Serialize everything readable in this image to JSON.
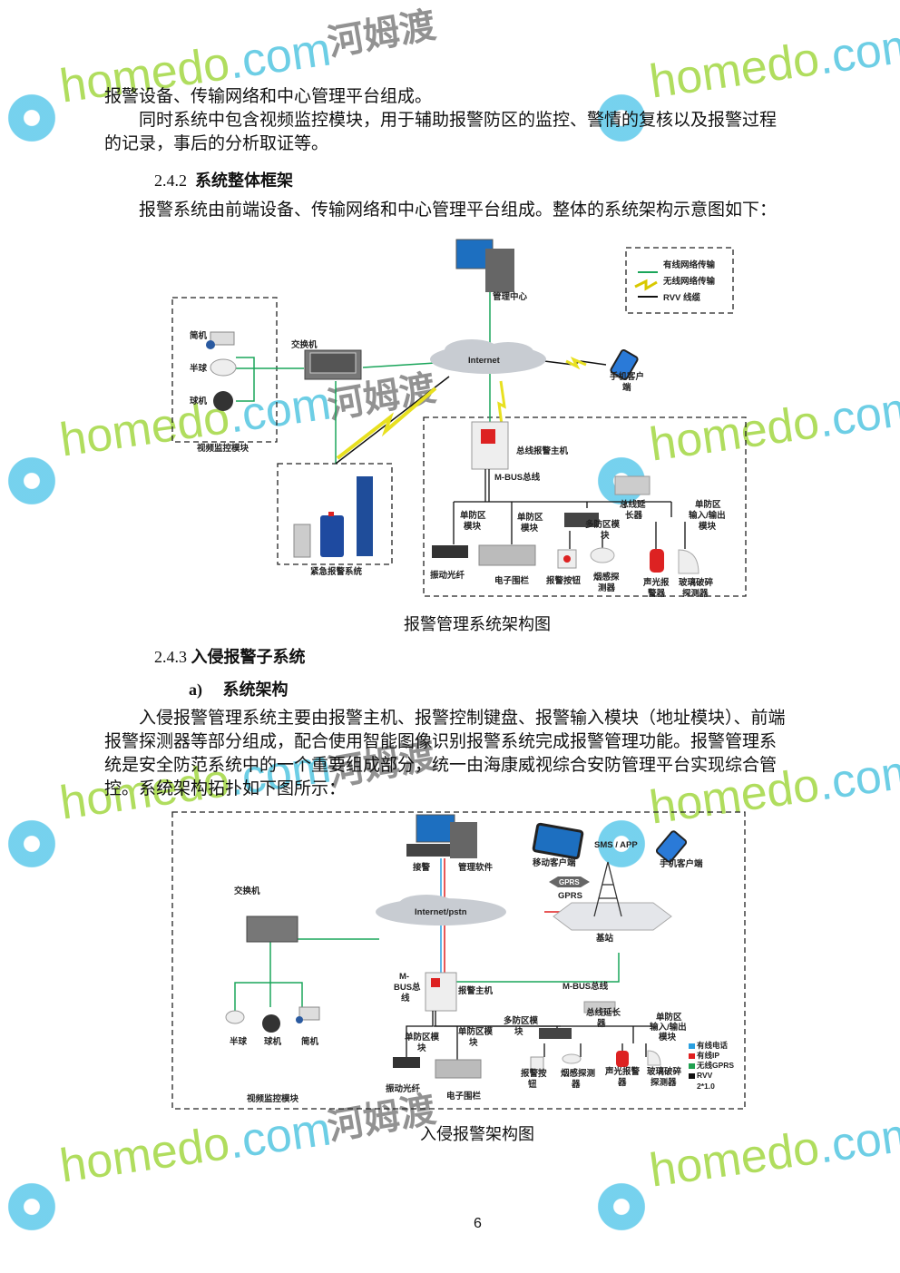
{
  "body": {
    "para1_lines": [
      "报警设备、传输网络和中心管理平台组成。",
      "同时系统中包含视频监控模块，用于辅助报警防区的监控、警情的复核以及报警过程",
      "的记录，事后的分析取证等。"
    ],
    "section_242": {
      "number": "2.4.2",
      "title": "系统整体框架"
    },
    "para2": "报警系统由前端设备、传输网络和中心管理平台组成。整体的系统架构示意图如下：",
    "caption1": "报警管理系统架构图",
    "section_243": {
      "number": "2.4.3",
      "title": "入侵报警子系统"
    },
    "subsection_a": {
      "number": "a)",
      "title": "系统架构"
    },
    "para3_lines": [
      "入侵报警管理系统主要由报警主机、报警控制键盘、报警输入模块（地址模块）、前端",
      "报警探测器等部分组成，配合使用智能图像识别报警系统完成报警管理功能。报警管理系",
      "统是安全防范系统中的一个重要组成部分，统一由海康威视综合安防管理平台实现综合管",
      "控。系统架构拓扑如下图所示："
    ],
    "caption2": "入侵报警架构图",
    "page_number": "6"
  },
  "diagram1": {
    "labels": [
      "管理中心",
      "有线网络传输",
      "无线网络传输",
      "RVV 线缆",
      "简机",
      "半球",
      "球机",
      "视频监控模块",
      "交换机",
      "Internet",
      "手机客户",
      "端",
      "总线报警主机",
      "M-BUS总线",
      "紧急报警系统",
      "单防区",
      "模块",
      "单防区",
      "模块",
      "多防区模",
      "块",
      "总线延",
      "长器",
      "单防区",
      "输入/输出",
      "模块",
      "振动光纤",
      "电子围栏",
      "报警按钮",
      "烟感探",
      "测器",
      "声光报",
      "警器",
      "玻璃破碎",
      "探测器"
    ],
    "colors": {
      "wired": "#1aa55a",
      "wireless": "#f0e020",
      "rvv": "#111111"
    }
  },
  "diagram2": {
    "labels": [
      "接警",
      "管理软件",
      "移动客户端",
      "SMS / APP",
      "手机客户端",
      "GPRS",
      "GPRS",
      "交换机",
      "Internet/pstn",
      "基站",
      "M-",
      "BUS总",
      "线",
      "报警主机",
      "M-BUS总线",
      "半球",
      "球机",
      "简机",
      "单防区模",
      "块",
      "单防区模",
      "块",
      "多防区模",
      "块",
      "总线延长",
      "器",
      "单防区",
      "输入/输出",
      "模块",
      "振动光纤",
      "电子围栏",
      "报警按",
      "钮",
      "烟感探测",
      "器",
      "声光报警",
      "器",
      "玻璃破碎",
      "探测器",
      "视频监控模块",
      "有线电话",
      "有线IP",
      "无线GPRS",
      "RVV",
      "2*1.0"
    ],
    "colors": {
      "phone": "#2aa0e0",
      "ip": "#e02020",
      "gprs": "#20a050",
      "rvv": "#111111"
    }
  },
  "watermarks": [
    "homedo.com",
    "河姆渡"
  ]
}
